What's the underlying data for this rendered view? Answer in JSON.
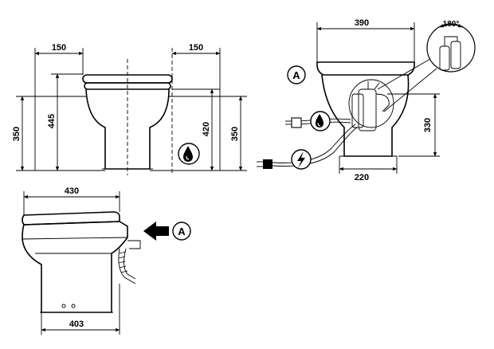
{
  "front_view": {
    "dim_left_offset": "150",
    "dim_right_offset": "150",
    "dim_outer_height_left": "350",
    "dim_seat_height": "445",
    "dim_inlet_height": "420",
    "dim_outer_height_right": "350"
  },
  "rear_view": {
    "callout_letter": "A",
    "dim_width": "390",
    "dim_rotation": "180°",
    "dim_outlet_height": "330",
    "dim_base_width": "220"
  },
  "side_view": {
    "dim_length": "430",
    "dim_base_length": "403",
    "callout_letter": "A"
  },
  "icons": {
    "water_drop": "water-drop-icon",
    "lightning": "lightning-icon"
  }
}
